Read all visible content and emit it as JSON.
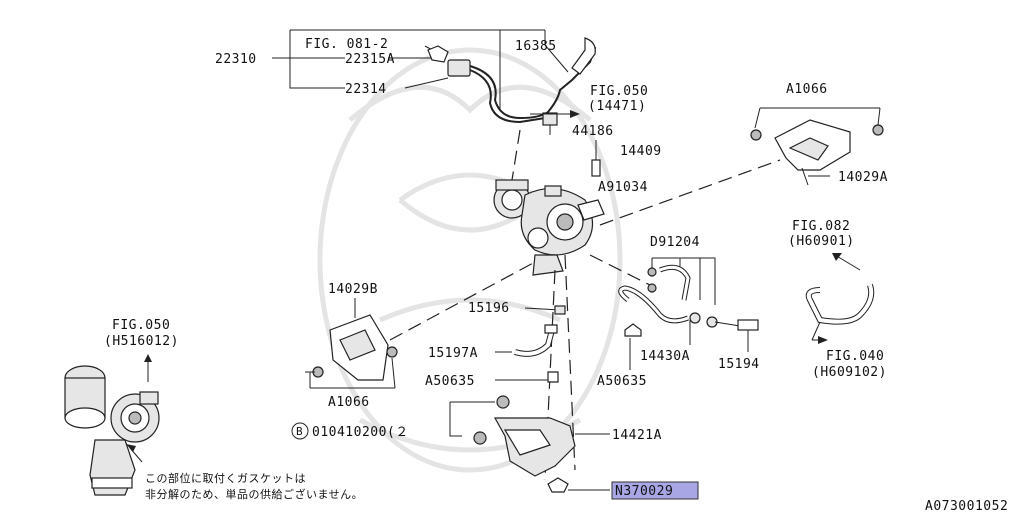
{
  "diagram_id": "A073001052",
  "highlight_color": "#a9a6e6",
  "labels": {
    "fig_081_2": "FIG. 081-2",
    "p22310": "22310",
    "p22315A": "22315A",
    "p22314": "22314",
    "p16385": "16385",
    "fig050_a": "FIG.050",
    "fig050_a_code": "(14471)",
    "p44186": "44186",
    "p14409": "14409",
    "pA91034": "A91034",
    "pA1066_top": "A1066",
    "p14029A": "14029A",
    "pD91204": "D91204",
    "fig082": "FIG.082",
    "fig082_code": "(H60901)",
    "p14029B": "14029B",
    "p15196": "15196",
    "fig050_b": "FIG.050",
    "fig050_b_code": "(H516012)",
    "p15197A": "15197A",
    "p14430A": "14430A",
    "p15194": "15194",
    "fig040": "FIG.040",
    "fig040_code": "(H609102)",
    "pA50635_left": "A50635",
    "pA50635_right": "A50635",
    "pA1066_bottom": "A1066",
    "b_mark": "B",
    "p010410200": "010410200(２",
    "p14421A": "14421A",
    "pN370029": "N370029",
    "note_line1": "この部位に取付くガスケットは",
    "note_line2": "非分解のため、単品の供給ございません。"
  }
}
